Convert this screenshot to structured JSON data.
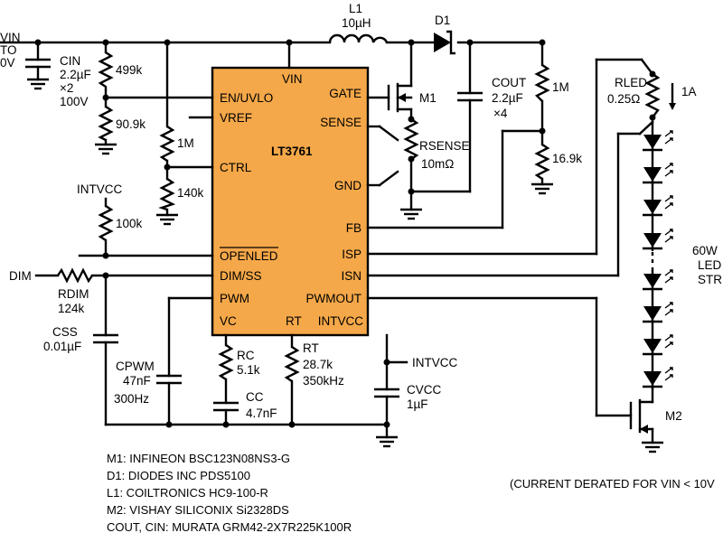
{
  "ic": {
    "name": "LT3761",
    "fill": "#F5A849",
    "pins_left": [
      "EN/UVLO",
      "VREF",
      "CTRL",
      "OPENLED",
      "DIM/SS",
      "PWM",
      "VC"
    ],
    "pins_right": [
      "GATE",
      "SENSE",
      "GND",
      "FB",
      "ISP",
      "ISN",
      "PWMOUT",
      "INTVCC"
    ],
    "pin_top": "VIN",
    "pin_bottom": "RT"
  },
  "labels": {
    "vin_main": "VIN",
    "vin_to": "TO",
    "vin_range_end": "0V",
    "cin": "CIN",
    "cin_val": "2.2µF",
    "cin_mult": "×2",
    "cin_volt": "100V",
    "r499k": "499k",
    "r909k": "90.9k",
    "r1m_ctrl": "1M",
    "r140k": "140k",
    "intvcc_top": "INTVCC",
    "r100k": "100k",
    "dim": "DIM",
    "rdim": "RDIM",
    "rdim_val": "124k",
    "css": "CSS",
    "css_val": "0.01µF",
    "cpwm": "CPWM",
    "cpwm_val": "47nF",
    "cpwm_freq": "300Hz",
    "rc": "RC",
    "rc_val": "5.1k",
    "cc": "CC",
    "cc_val": "4.7nF",
    "rt": "RT",
    "rt_val": "28.7k",
    "rt_freq": "350kHz",
    "intvcc_right": "INTVCC",
    "cvcc": "CVCC",
    "cvcc_val": "1µF",
    "l1": "L1",
    "l1_val": "10µH",
    "d1": "D1",
    "m1": "M1",
    "cout": "COUT",
    "cout_val": "2.2µF",
    "cout_mult": "×4",
    "rsense": "RSENSE",
    "rsense_val": "10mΩ",
    "r1m_fb": "1M",
    "r169k": "16.9k",
    "rled": "RLED",
    "rled_val": "0.25Ω",
    "current": "1A",
    "led_power": "60W",
    "led_word": "LED",
    "led_string": "STRI",
    "m2": "M2",
    "derate": "(CURRENT DERATED FOR VIN < 10V"
  },
  "bom": [
    "M1: INFINEON BSC123N08NS3-G",
    "D1: DIODES INC PDS5100",
    "L1: COILTRONICS HC9-100-R",
    "M2: VISHAY SILICONIX Si2328DS",
    "COUT, CIN: MURATA GRM42-2X7R225K100R"
  ],
  "icons": [
    "resistor",
    "capacitor",
    "inductor",
    "schottky-diode",
    "nmos-transistor",
    "led",
    "ground",
    "arrow"
  ]
}
